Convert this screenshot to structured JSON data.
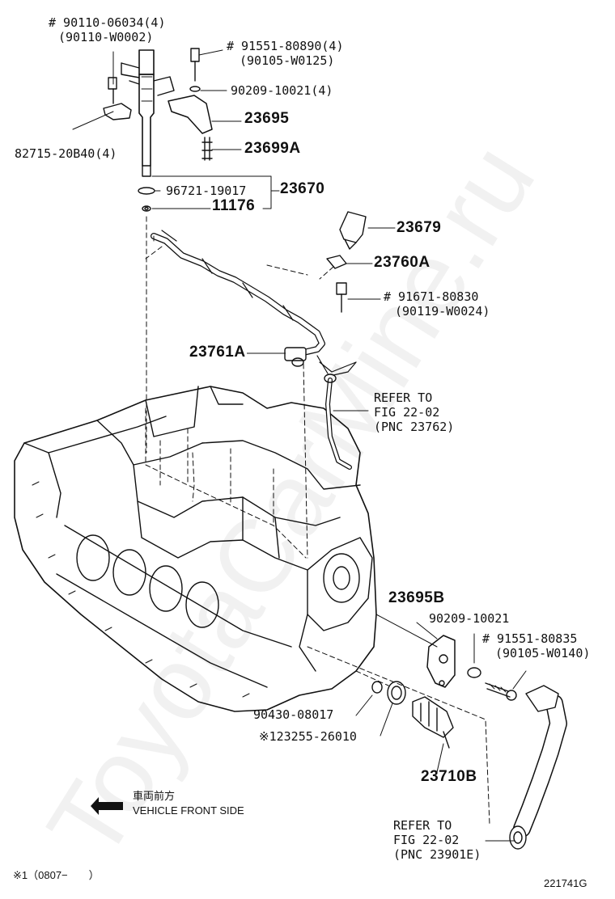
{
  "watermark": "ToyotaCarMine.ru",
  "figure_id": "221741G",
  "footnote": "※1（0807−　　）",
  "direction": {
    "jp": "車両前方",
    "en": "VEHICLE FRONT SIDE"
  },
  "labels": {
    "p1_a": "# 90110-06034(4)",
    "p1_b": "(90110-W0002)",
    "p2_a": "# 91551-80890(4)",
    "p2_b": "(90105-W0125)",
    "p3": "90209-10021(4)",
    "p4": "23695",
    "p5": "23699A",
    "p6": "82715-20B40(4)",
    "p7": "96721-19017",
    "p8": "23670",
    "p9": "11176",
    "p10": "23679",
    "p11": "23760A",
    "p12_a": "# 91671-80830",
    "p12_b": "(90119-W0024)",
    "p13": "23761A",
    "ref1_a": "REFER TO",
    "ref1_b": "FIG 22-02",
    "ref1_c": "(PNC 23762)",
    "p14": "23695B",
    "p15": "90209-10021",
    "p16_a": "# 91551-80835",
    "p16_b": "(90105-W0140)",
    "p17": "90430-08017",
    "p18": "※123255-26010",
    "p19": "23710B",
    "ref2_a": "REFER TO",
    "ref2_b": "FIG 22-02",
    "ref2_c": "(PNC 23901E)"
  }
}
